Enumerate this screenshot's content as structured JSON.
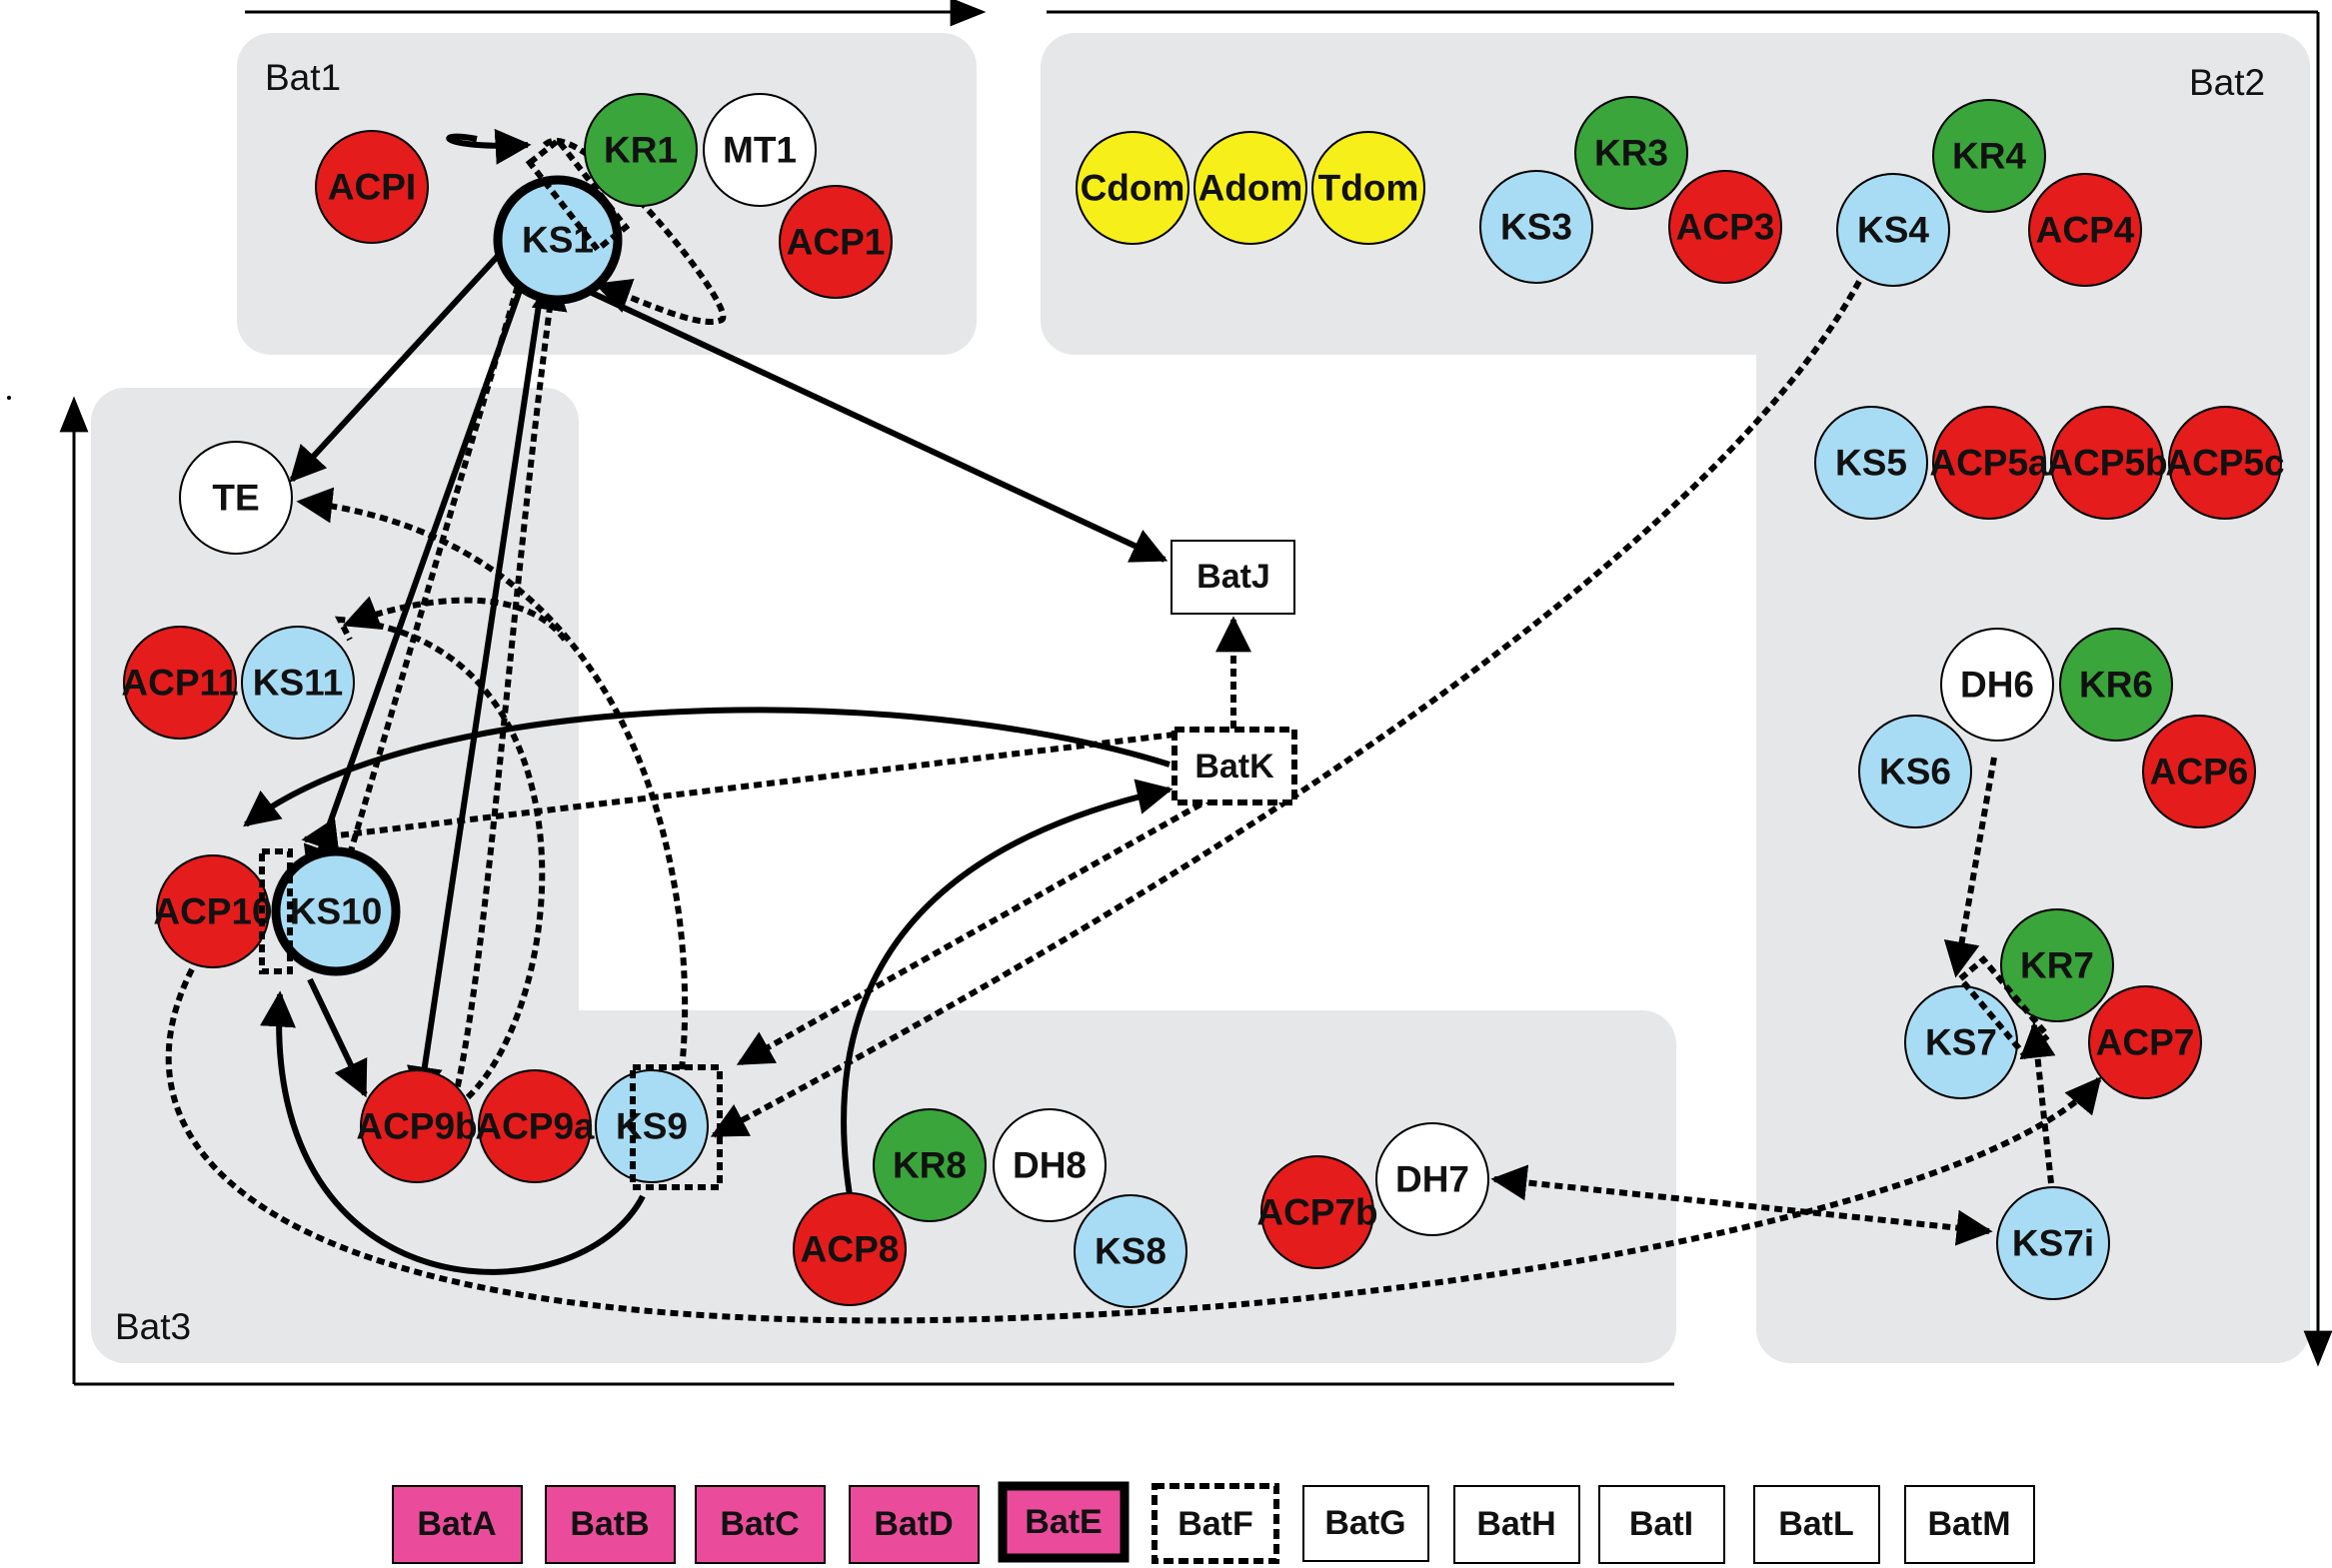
{
  "colors": {
    "KS": "#a8dcf4",
    "KR": "#3aa53a",
    "ACP": "#e41c1c",
    "yellow": "#f7ef1a",
    "white": "#ffffff",
    "region": "#e6e7e8",
    "legend_pink": "#ea4c9b"
  },
  "regions": [
    {
      "id": "bat1",
      "label": "Bat1"
    },
    {
      "id": "bat2",
      "label": "Bat2"
    },
    {
      "id": "bat3",
      "label": "Bat3"
    }
  ],
  "nodes": [
    {
      "id": "ACPI",
      "label": "ACPI",
      "type": "ACP"
    },
    {
      "id": "KR1",
      "label": "KR1",
      "type": "KR"
    },
    {
      "id": "MT1",
      "label": "MT1",
      "type": "white"
    },
    {
      "id": "KS1",
      "label": "KS1",
      "type": "KS"
    },
    {
      "id": "ACP1",
      "label": "ACP1",
      "type": "ACP"
    },
    {
      "id": "Cdom",
      "label": "Cdom",
      "type": "yellow"
    },
    {
      "id": "Adom",
      "label": "Adom",
      "type": "yellow"
    },
    {
      "id": "Tdom",
      "label": "Tdom",
      "type": "yellow"
    },
    {
      "id": "KR3",
      "label": "KR3",
      "type": "KR"
    },
    {
      "id": "KS3",
      "label": "KS3",
      "type": "KS"
    },
    {
      "id": "ACP3",
      "label": "ACP3",
      "type": "ACP"
    },
    {
      "id": "KR4",
      "label": "KR4",
      "type": "KR"
    },
    {
      "id": "KS4",
      "label": "KS4",
      "type": "KS"
    },
    {
      "id": "ACP4",
      "label": "ACP4",
      "type": "ACP"
    },
    {
      "id": "KS5",
      "label": "KS5",
      "type": "KS"
    },
    {
      "id": "ACP5a",
      "label": "ACP5a",
      "type": "ACP"
    },
    {
      "id": "ACP5b",
      "label": "ACP5b",
      "type": "ACP"
    },
    {
      "id": "ACP5c",
      "label": "ACP5c",
      "type": "ACP"
    },
    {
      "id": "DH6",
      "label": "DH6",
      "type": "white"
    },
    {
      "id": "KR6",
      "label": "KR6",
      "type": "KR"
    },
    {
      "id": "KS6",
      "label": "KS6",
      "type": "KS"
    },
    {
      "id": "ACP6",
      "label": "ACP6",
      "type": "ACP"
    },
    {
      "id": "KR7",
      "label": "KR7",
      "type": "KR"
    },
    {
      "id": "KS7",
      "label": "KS7",
      "type": "KS"
    },
    {
      "id": "ACP7",
      "label": "ACP7",
      "type": "ACP"
    },
    {
      "id": "KS7i",
      "label": "KS7i",
      "type": "KS"
    },
    {
      "id": "TE",
      "label": "TE",
      "type": "white"
    },
    {
      "id": "ACP11",
      "label": "ACP11",
      "type": "ACP"
    },
    {
      "id": "KS11",
      "label": "KS11",
      "type": "KS"
    },
    {
      "id": "ACP10",
      "label": "ACP10",
      "type": "ACP"
    },
    {
      "id": "KS10",
      "label": "KS10",
      "type": "KS"
    },
    {
      "id": "ACP9b",
      "label": "ACP9b",
      "type": "ACP"
    },
    {
      "id": "ACP9a",
      "label": "ACP9a",
      "type": "ACP"
    },
    {
      "id": "KS9",
      "label": "KS9",
      "type": "KS"
    },
    {
      "id": "ACP8",
      "label": "ACP8",
      "type": "ACP"
    },
    {
      "id": "KR8",
      "label": "KR8",
      "type": "KR"
    },
    {
      "id": "DH8",
      "label": "DH8",
      "type": "white"
    },
    {
      "id": "KS8",
      "label": "KS8",
      "type": "KS"
    },
    {
      "id": "ACP7b",
      "label": "ACP7b",
      "type": "ACP"
    },
    {
      "id": "DH7",
      "label": "DH7",
      "type": "white"
    }
  ],
  "boxes": [
    {
      "id": "BatJ",
      "label": "BatJ"
    },
    {
      "id": "BatK",
      "label": "BatK"
    }
  ],
  "legend": [
    {
      "label": "BatA",
      "style": "pink"
    },
    {
      "label": "BatB",
      "style": "pink"
    },
    {
      "label": "BatC",
      "style": "pink"
    },
    {
      "label": "BatD",
      "style": "pink"
    },
    {
      "label": "BatE",
      "style": "pink-thick"
    },
    {
      "label": "BatF",
      "style": "dashed"
    },
    {
      "label": "BatG",
      "style": "plain"
    },
    {
      "label": "BatH",
      "style": "plain"
    },
    {
      "label": "BatI",
      "style": "plain"
    },
    {
      "label": "BatL",
      "style": "plain"
    },
    {
      "label": "BatM",
      "style": "plain"
    }
  ]
}
